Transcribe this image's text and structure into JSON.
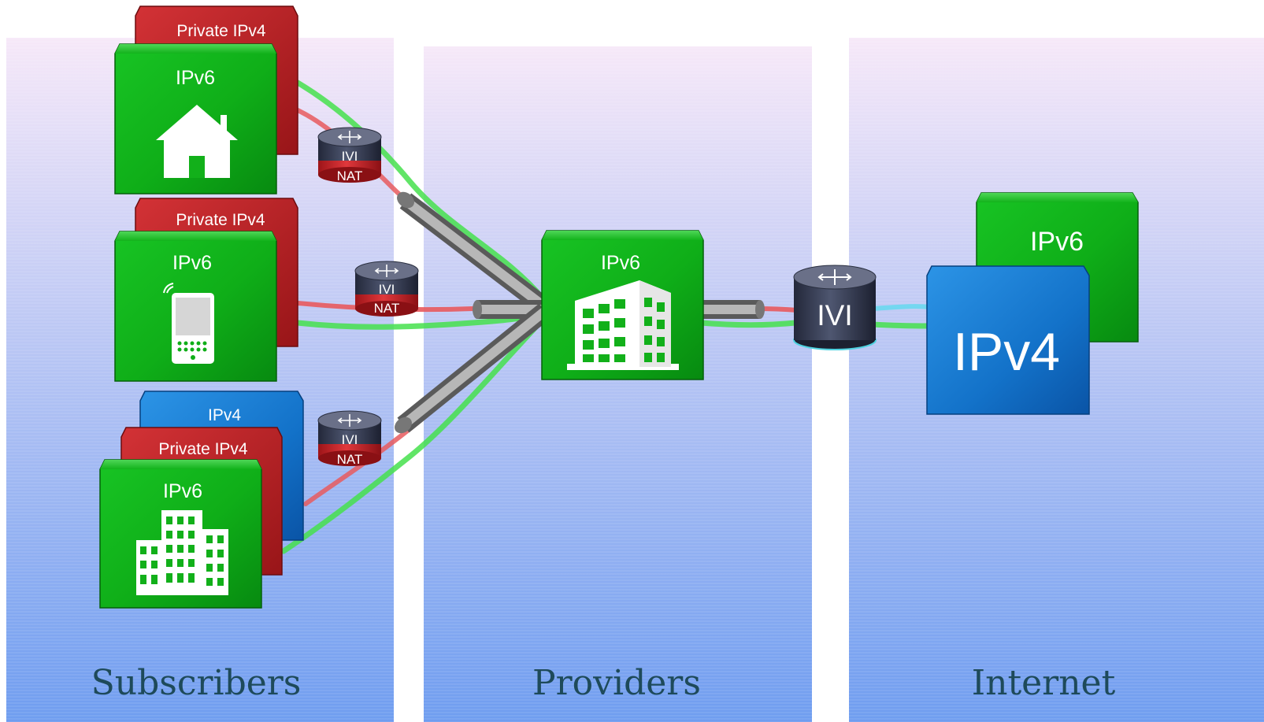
{
  "panels": {
    "subscribers": "Subscribers",
    "providers": "Providers",
    "internet": "Internet"
  },
  "subscriber_home": {
    "back_label": "Private IPv4",
    "front_label": "IPv6",
    "icon": "house-icon"
  },
  "subscriber_mobile": {
    "back_label": "Private IPv4",
    "front_label": "IPv6",
    "icon": "mobile-phone-icon"
  },
  "subscriber_enterprise": {
    "rear_label": "IPv4",
    "back_label": "Private IPv4",
    "front_label": "IPv6",
    "icon": "office-building-icon"
  },
  "routers": {
    "home_top": "IVI",
    "home_bottom": "NAT",
    "mobile_top": "IVI",
    "mobile_bottom": "NAT",
    "enterprise_top": "IVI",
    "enterprise_bottom": "NAT",
    "border": "IVI"
  },
  "provider": {
    "label": "IPv6",
    "icon": "datacenter-building-icon"
  },
  "internet": {
    "ipv6_label": "IPv6",
    "ipv4_label": "IPv4"
  },
  "colors": {
    "ipv6_green": "#12b01a",
    "private_red": "#c0262a",
    "ipv4_blue": "#1372c9",
    "panel_top": "#f6e8f8",
    "panel_bottom": "#6f9df0",
    "label_text": "#1e4a5a"
  }
}
